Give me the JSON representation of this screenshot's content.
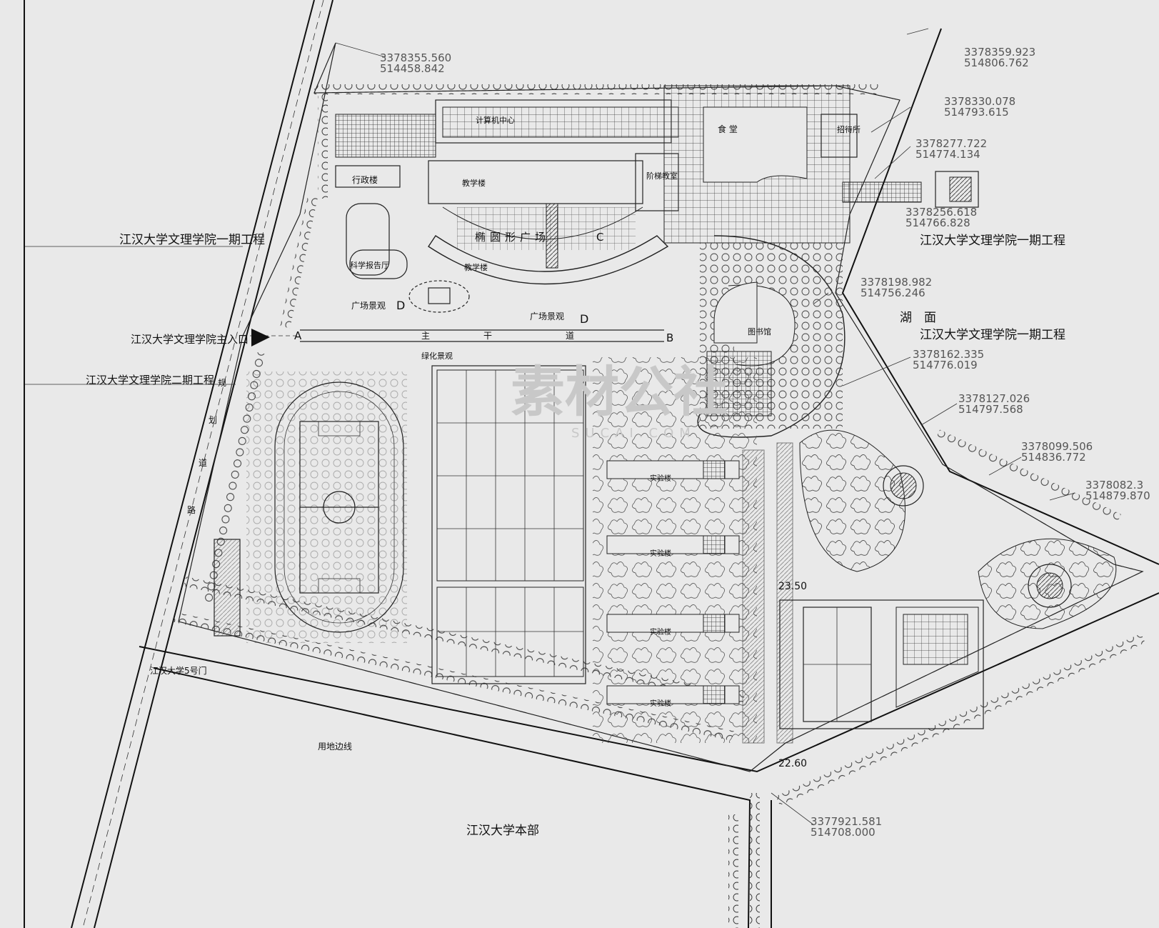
{
  "labels": {
    "phase1_left": "江汉大学文理学院一期工程",
    "phase1_right_top": "江汉大学文理学院一期工程",
    "phase1_right_mid": "江汉大学文理学院一期工程",
    "main_entrance": "江汉大学文理学院主入口",
    "phase2": "江汉大学文理学院二期工程",
    "gate5": "江汉大学5号门",
    "boundary_line": "用地边线",
    "main_campus": "江汉大学本部",
    "lake": "湖　面",
    "road_chars": [
      "规",
      "划",
      "道",
      "路"
    ],
    "main_road": [
      "主",
      "干",
      "道"
    ],
    "point_a": "A",
    "point_b": "B",
    "point_c": "C",
    "point_d": "D",
    "point_d2": "D",
    "computer_center": "计算机中心",
    "admin": "行政楼",
    "teaching1": "教学楼",
    "teaching2": "教学楼",
    "lecture": "阶梯教室",
    "canteen": "食 堂",
    "reception": "招待所",
    "report_hall": "科学报告厅",
    "ellipse_plaza": "椭圆形广场",
    "plaza_view1": "广场景观",
    "plaza_view2": "广场景观",
    "library": "图书馆",
    "green_view": "绿化景观",
    "lab": "实验楼",
    "elev1": "23.50",
    "elev2": "22.60",
    "watermark": "素材公社",
    "watermark_sub": "SUCAI.COM"
  },
  "coords": [
    {
      "n": "3378355.560",
      "e": "514458.842"
    },
    {
      "n": "3378359.923",
      "e": "514806.762"
    },
    {
      "n": "3378330.078",
      "e": "514793.615"
    },
    {
      "n": "3378277.722",
      "e": "514774.134"
    },
    {
      "n": "3378256.618",
      "e": "514766.828"
    },
    {
      "n": "3378198.982",
      "e": "514756.246"
    },
    {
      "n": "3378162.335",
      "e": "514776.019"
    },
    {
      "n": "3378127.026",
      "e": "514797.568"
    },
    {
      "n": "3378099.506",
      "e": "514836.772"
    },
    {
      "n": "3378082.3",
      "e": "514879.870"
    },
    {
      "n": "3377921.581",
      "e": "514708.000"
    }
  ],
  "colors": {
    "ink": "#111111",
    "paper": "#e9e9e9",
    "coord": "#555555"
  }
}
